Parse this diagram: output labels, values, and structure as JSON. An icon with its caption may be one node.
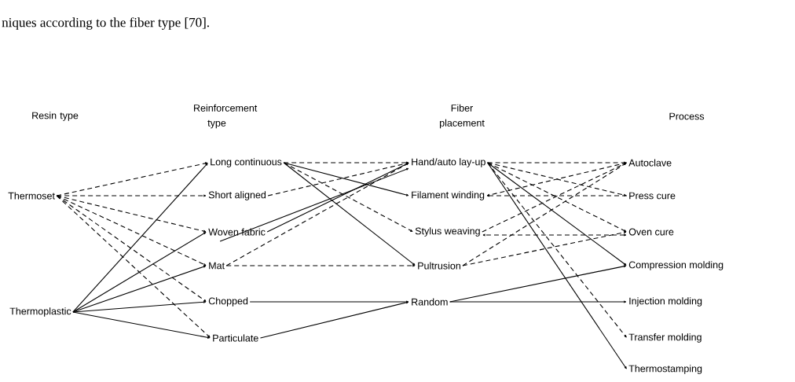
{
  "diagram": {
    "caption": "niques according to the fiber type [70].",
    "nodes": [
      {
        "text": [
          "Thermoset"
        ]
      },
      {
        "text": [
          "Thermoplastic"
        ]
      },
      {
        "text": [
          "Long continuous"
        ]
      },
      {
        "text": [
          "Short aligned"
        ]
      },
      {
        "text": [
          "Woven fabric"
        ]
      },
      {
        "text": [
          "Mat"
        ]
      },
      {
        "text": [
          "Chopped"
        ]
      },
      {
        "text": [
          "Particulate"
        ]
      },
      {
        "text": [
          "Hand/auto lay-up"
        ]
      },
      {
        "text": [
          "Filament winding"
        ]
      },
      {
        "text": [
          "Stylus weaving"
        ]
      },
      {
        "text": [
          "Pultrusion"
        ]
      },
      {
        "text": [
          "Random"
        ]
      },
      {
        "text": [
          "Autoclave"
        ]
      },
      {
        "text": [
          "Press cure"
        ]
      },
      {
        "text": [
          "Oven cure"
        ]
      },
      {
        "text": [
          "Compression molding"
        ]
      },
      {
        "text": [
          "Injection molding"
        ]
      },
      {
        "text": [
          "Transfer molding"
        ]
      },
      {
        "text": [
          "Thermostamping"
        ]
      }
    ],
    "edges": [
      {
        "from": 0,
        "to": 2,
        "arrow": "to",
        "style": "dashed"
      },
      {
        "from": 0,
        "to": 3,
        "arrow": "to",
        "style": "dashed"
      },
      {
        "from": 0,
        "to": 4,
        "arrow": "to",
        "style": "dashed"
      },
      {
        "from": 0,
        "to": 5,
        "arrow": "to",
        "style": "dashed"
      },
      {
        "from": 0,
        "to": 6,
        "arrow": "to",
        "style": "dashed"
      },
      {
        "from": 0,
        "to": 7,
        "arrow": "to",
        "style": "dashed"
      },
      {
        "from": 1,
        "to": 2,
        "arrow": "to"
      },
      {
        "from": 1,
        "to": 4,
        "arrow": "to"
      },
      {
        "from": 1,
        "to": 5,
        "arrow": "to"
      },
      {
        "from": 1,
        "to": 6,
        "arrow": "to"
      },
      {
        "from": 1,
        "to": 7,
        "arrow": "to"
      },
      {
        "from": 2,
        "to": 8,
        "arrow": "to",
        "style": "dashed"
      },
      {
        "from": 2,
        "to": 9,
        "arrow": "to"
      },
      {
        "from": 2,
        "to": 10,
        "arrow": "to",
        "style": "dashed"
      },
      {
        "from": 2,
        "to": 11,
        "arrow": "to"
      },
      {
        "from": 3,
        "to": 8,
        "arrow": "to",
        "style": "dashed"
      },
      {
        "from": 4,
        "to": 8,
        "arrow": "to"
      },
      {
        "from": 4,
        "to": 8,
        "arrow": "to"
      },
      {
        "from": 5,
        "to": 8,
        "arrow": "to",
        "style": "dashed"
      },
      {
        "from": 5,
        "to": 11,
        "arrow": "to",
        "style": "dashed"
      },
      {
        "from": 6,
        "to": 12,
        "arrow": "to"
      },
      {
        "from": 7,
        "to": 12,
        "arrow": "to"
      },
      {
        "from": 8,
        "to": 13,
        "arrow": "to",
        "style": "dashed"
      },
      {
        "from": 8,
        "to": 14,
        "arrow": "to",
        "style": "dashed"
      },
      {
        "from": 8,
        "to": 15,
        "arrow": "to",
        "style": "dashed"
      },
      {
        "from": 8,
        "to": 16,
        "arrow": "to"
      },
      {
        "from": 8,
        "to": 18,
        "arrow": "to",
        "style": "dashed"
      },
      {
        "from": 8,
        "to": 19,
        "arrow": "to"
      },
      {
        "from": 13,
        "to": 9,
        "arrow": "to",
        "style": "dashed"
      },
      {
        "from": 14,
        "to": 9,
        "arrow": "to",
        "style": "dashed"
      },
      {
        "from": 15,
        "to": 10,
        "arrow": "both",
        "style": "dashed"
      },
      {
        "from": 10,
        "to": 13,
        "arrow": "to",
        "style": "dashed"
      },
      {
        "from": 11,
        "to": 13,
        "arrow": "to",
        "style": "dashed"
      },
      {
        "from": 11,
        "to": 15,
        "arrow": "to",
        "style": "dashed"
      },
      {
        "from": 12,
        "to": 16,
        "arrow": "to"
      },
      {
        "from": 12,
        "to": 17,
        "arrow": "to"
      }
    ],
    "labels": [
      "Resin type",
      "Reinforcement type",
      "Fiber placement",
      "Process"
    ]
  }
}
